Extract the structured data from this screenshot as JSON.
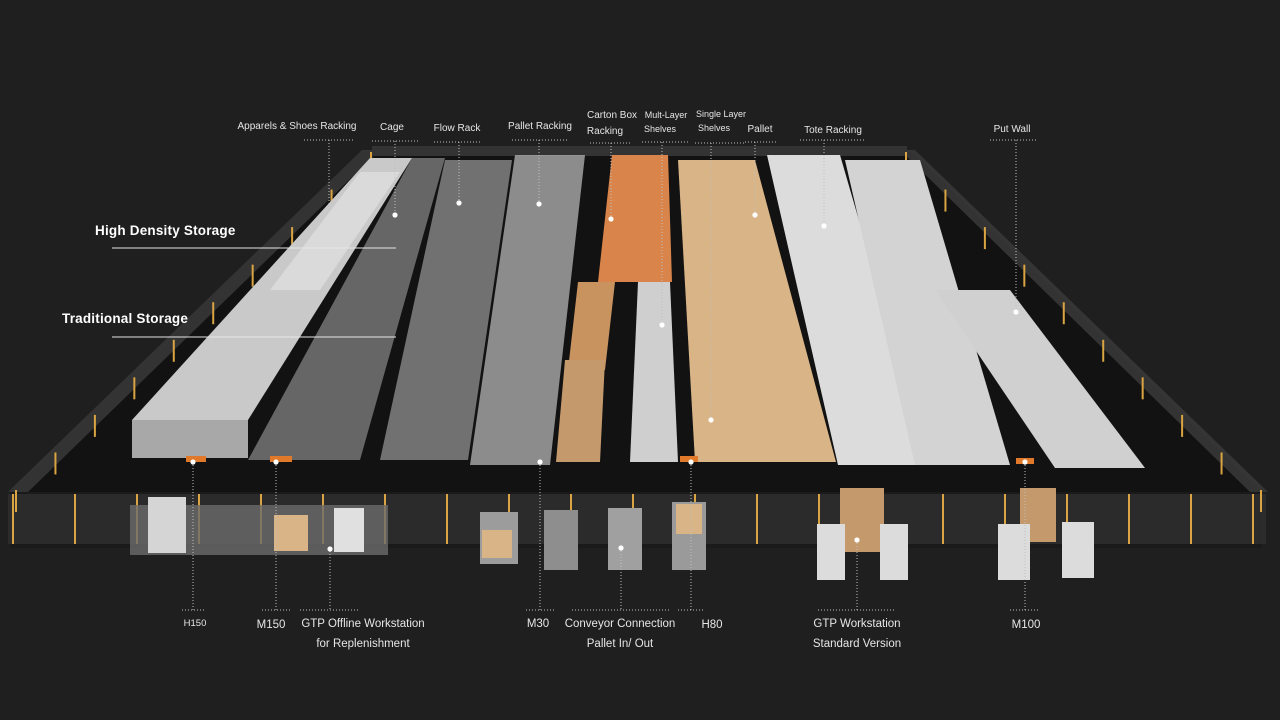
{
  "sections": {
    "high_density": "High Density  Storage",
    "traditional": "Traditional Storage"
  },
  "top_labels": {
    "apparels": "Apparels  & Shoes Racking",
    "cage": "Cage",
    "flow_rack": "Flow Rack",
    "pallet_racking": "Pallet Racking",
    "carton_box_1": "Carton Box",
    "carton_box_2": "Racking",
    "multi_layer_1": "Mult-Layer",
    "multi_layer_2": "Shelves",
    "single_layer_1": "Single Layer",
    "single_layer_2": "Shelves",
    "pallet": "Pallet",
    "tote_racking": "Tote Racking",
    "put_wall": "Put Wall"
  },
  "bottom_labels": {
    "h150": "H150",
    "m150": "M150",
    "gtp_offline_1": "GTP Offline Workstation",
    "gtp_offline_2": "for Replenishment",
    "m30": "M30",
    "conveyor_1": "Conveyor Connection",
    "conveyor_2": "Pallet In/ Out",
    "h80": "H80",
    "gtp_std_1": "GTP Workstation",
    "gtp_std_2": "Standard Version",
    "m100": "M100"
  },
  "colors": {
    "background": "#1f1f1f",
    "floor": "#111111",
    "fence": "#3a3a3a",
    "fence_post": "#d9a441",
    "carton": "#d8a46e",
    "carton_orange": "#d9844a",
    "shelf_white": "#d8d8d8",
    "robot_orange": "#e07a2a"
  }
}
